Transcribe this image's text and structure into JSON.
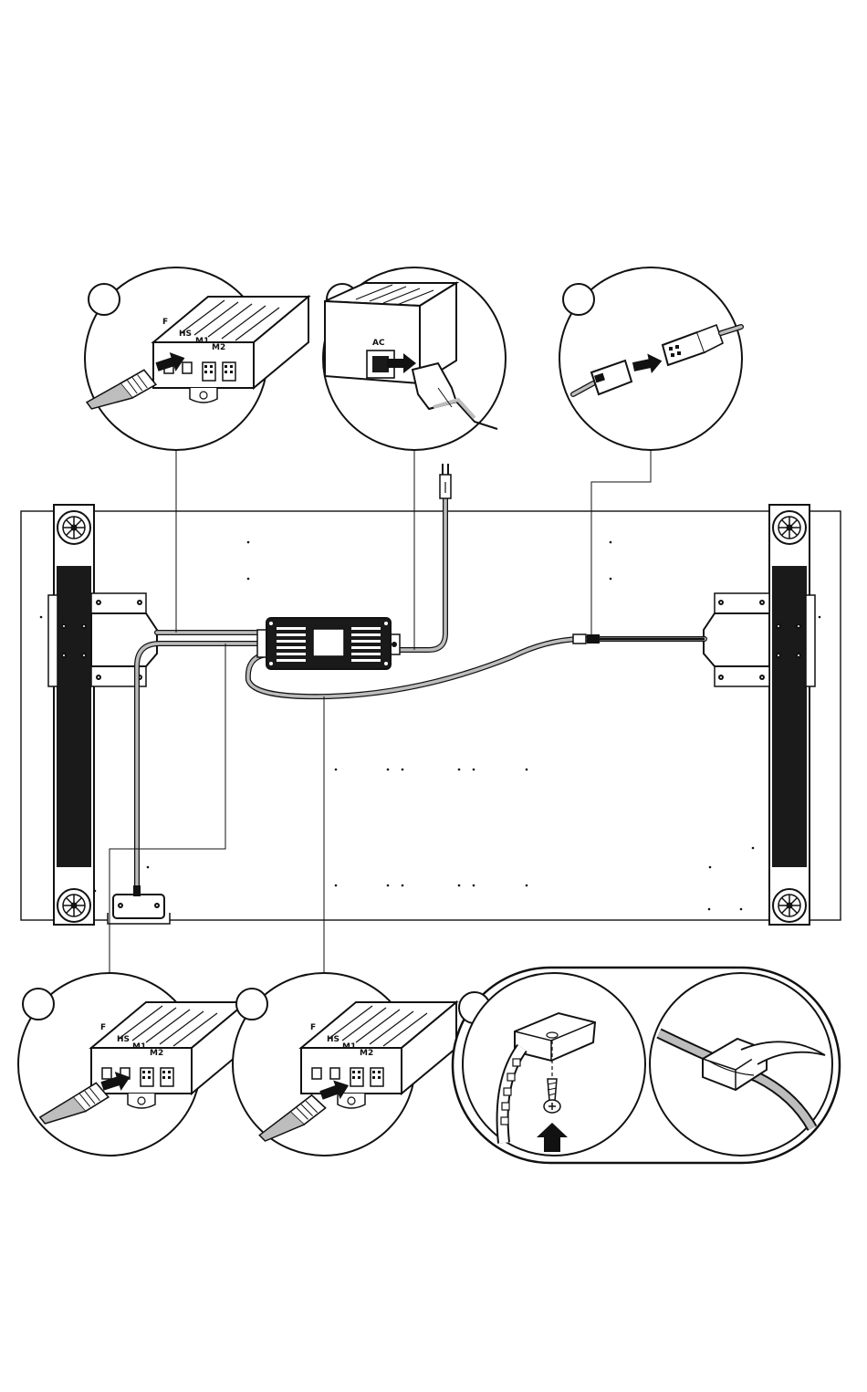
{
  "port_labels": {
    "f": "F",
    "hs": "HS",
    "m1": "M1",
    "m2": "M2",
    "ac": "AC"
  },
  "callouts": [
    {
      "id": "step-1",
      "number": ""
    },
    {
      "id": "step-2",
      "number": ""
    },
    {
      "id": "step-3",
      "number": ""
    },
    {
      "id": "step-4",
      "number": ""
    },
    {
      "id": "step-5",
      "number": ""
    },
    {
      "id": "step-6",
      "number": ""
    }
  ],
  "colors": {
    "line": "#111111",
    "cable_fill": "#bdbdbd",
    "leg_fill": "#1a1a1a",
    "paper": "#ffffff"
  }
}
